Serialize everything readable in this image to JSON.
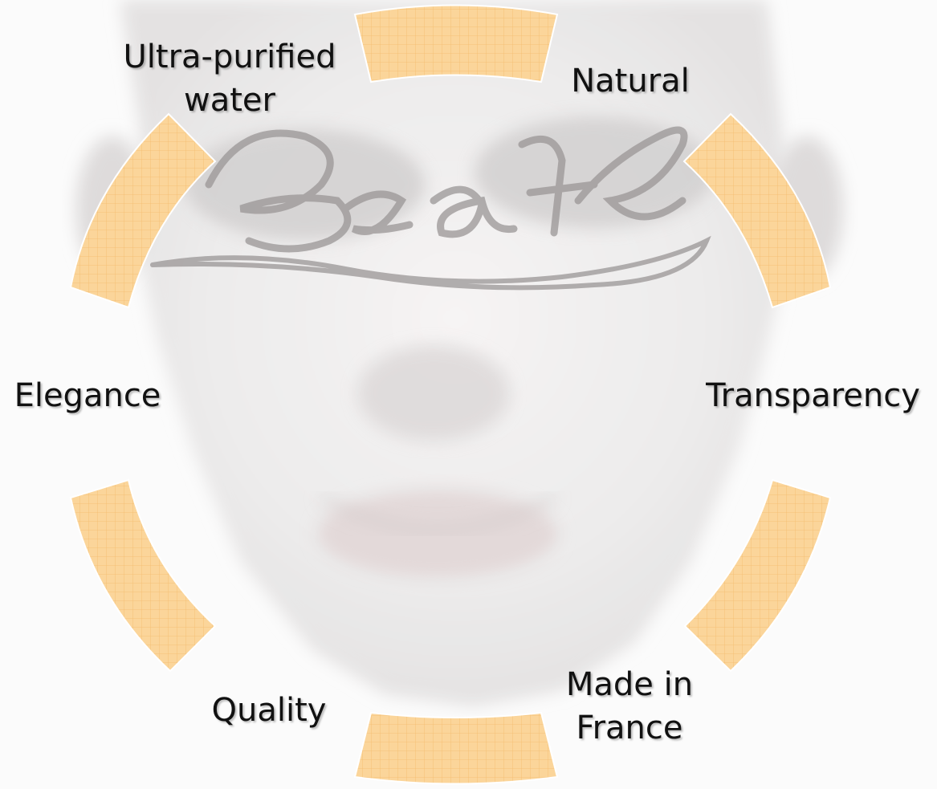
{
  "diagram": {
    "style": {
      "segment_fill": "#fbd59a",
      "segment_grid": "#f0b05a",
      "segment_edge": "#ffffff",
      "background_photo_tone": "#e4e2e2",
      "label_color": "#111111"
    },
    "segments": [
      {
        "name": "segment-top"
      },
      {
        "name": "segment-upper-right"
      },
      {
        "name": "segment-lower-right"
      },
      {
        "name": "segment-bottom"
      },
      {
        "name": "segment-lower-left"
      },
      {
        "name": "segment-upper-left"
      }
    ],
    "labels": {
      "ultra_purified_water": {
        "line1": "Ultra-purified",
        "line2": "water"
      },
      "natural": "Natural",
      "elegance": "Elegance",
      "transparency": "Transparency",
      "quality": "Quality",
      "made_in_france": {
        "line1": "Made in",
        "line2": "France"
      }
    },
    "background": {
      "image": "face-photo",
      "overlay_word_script": "Beauté"
    }
  }
}
